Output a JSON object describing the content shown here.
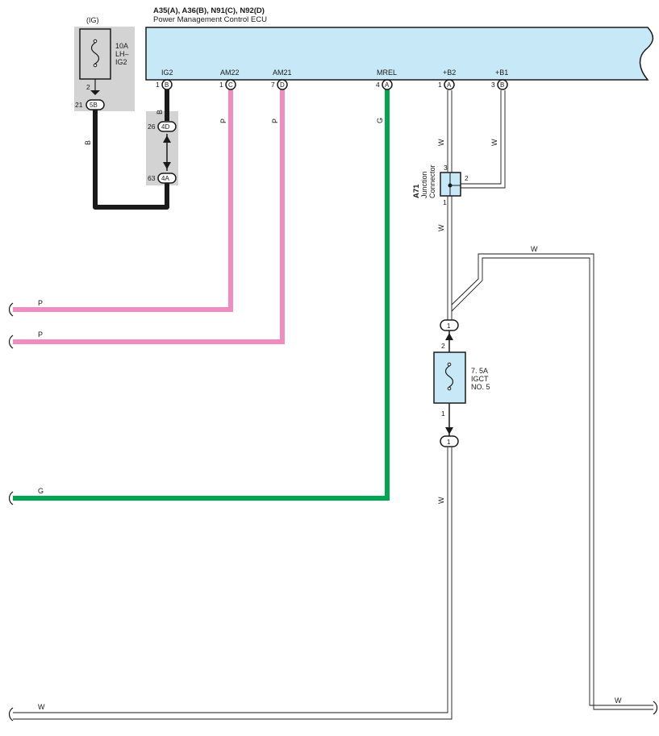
{
  "ecu": {
    "codes": "A35(A), A36(B), N91(C), N92(D)",
    "name": "Power Management Control ECU",
    "terminals": [
      {
        "name": "IG2",
        "pin": "1",
        "conn": "B"
      },
      {
        "name": "AM22",
        "pin": "1",
        "conn": "C"
      },
      {
        "name": "AM21",
        "pin": "7",
        "conn": "D"
      },
      {
        "name": "MREL",
        "pin": "4",
        "conn": "A"
      },
      {
        "name": "+B2",
        "pin": "1",
        "conn": "A"
      },
      {
        "name": "+B1",
        "pin": "3",
        "conn": "B"
      }
    ]
  },
  "ig_block": {
    "label": "(IG)",
    "fuse_label": [
      "10A",
      "LH–",
      "IG2"
    ],
    "pin_top": "2",
    "pin_bottom": "21",
    "conn_bottom": "5B"
  },
  "relay_block": {
    "pin_a": "26",
    "conn_a": "4D",
    "pin_b": "63",
    "conn_b": "4A"
  },
  "junction": {
    "code": "A71",
    "name": [
      "Junction",
      "Connector"
    ],
    "pins": {
      "top": "3",
      "right": "2",
      "bottom": "1"
    }
  },
  "fuse2": {
    "label": [
      "7. 5A",
      "IGCT",
      "NO. 5"
    ],
    "pin_top": "2",
    "pin_bottom": "1",
    "conn_top": "1",
    "conn_bottom": "1"
  },
  "wire_colors": {
    "ig_b": "B",
    "ig_b2": "B",
    "am22": "P",
    "am21": "P",
    "mrel": "G",
    "b2": "W",
    "b1": "W",
    "jc_down": "W",
    "upper_w": "W",
    "lower_w": "W",
    "left_p1": "P",
    "left_p2": "P",
    "left_g": "G",
    "left_w": "W",
    "right_w": "W"
  },
  "colors": {
    "black": "#1a1a1a",
    "pink": "#f08cbf",
    "green": "#00a651",
    "ecu_fill": "#c6e8f7",
    "block_gray": "#d3d3d3",
    "fuse_fill": "#c6e8f7"
  }
}
